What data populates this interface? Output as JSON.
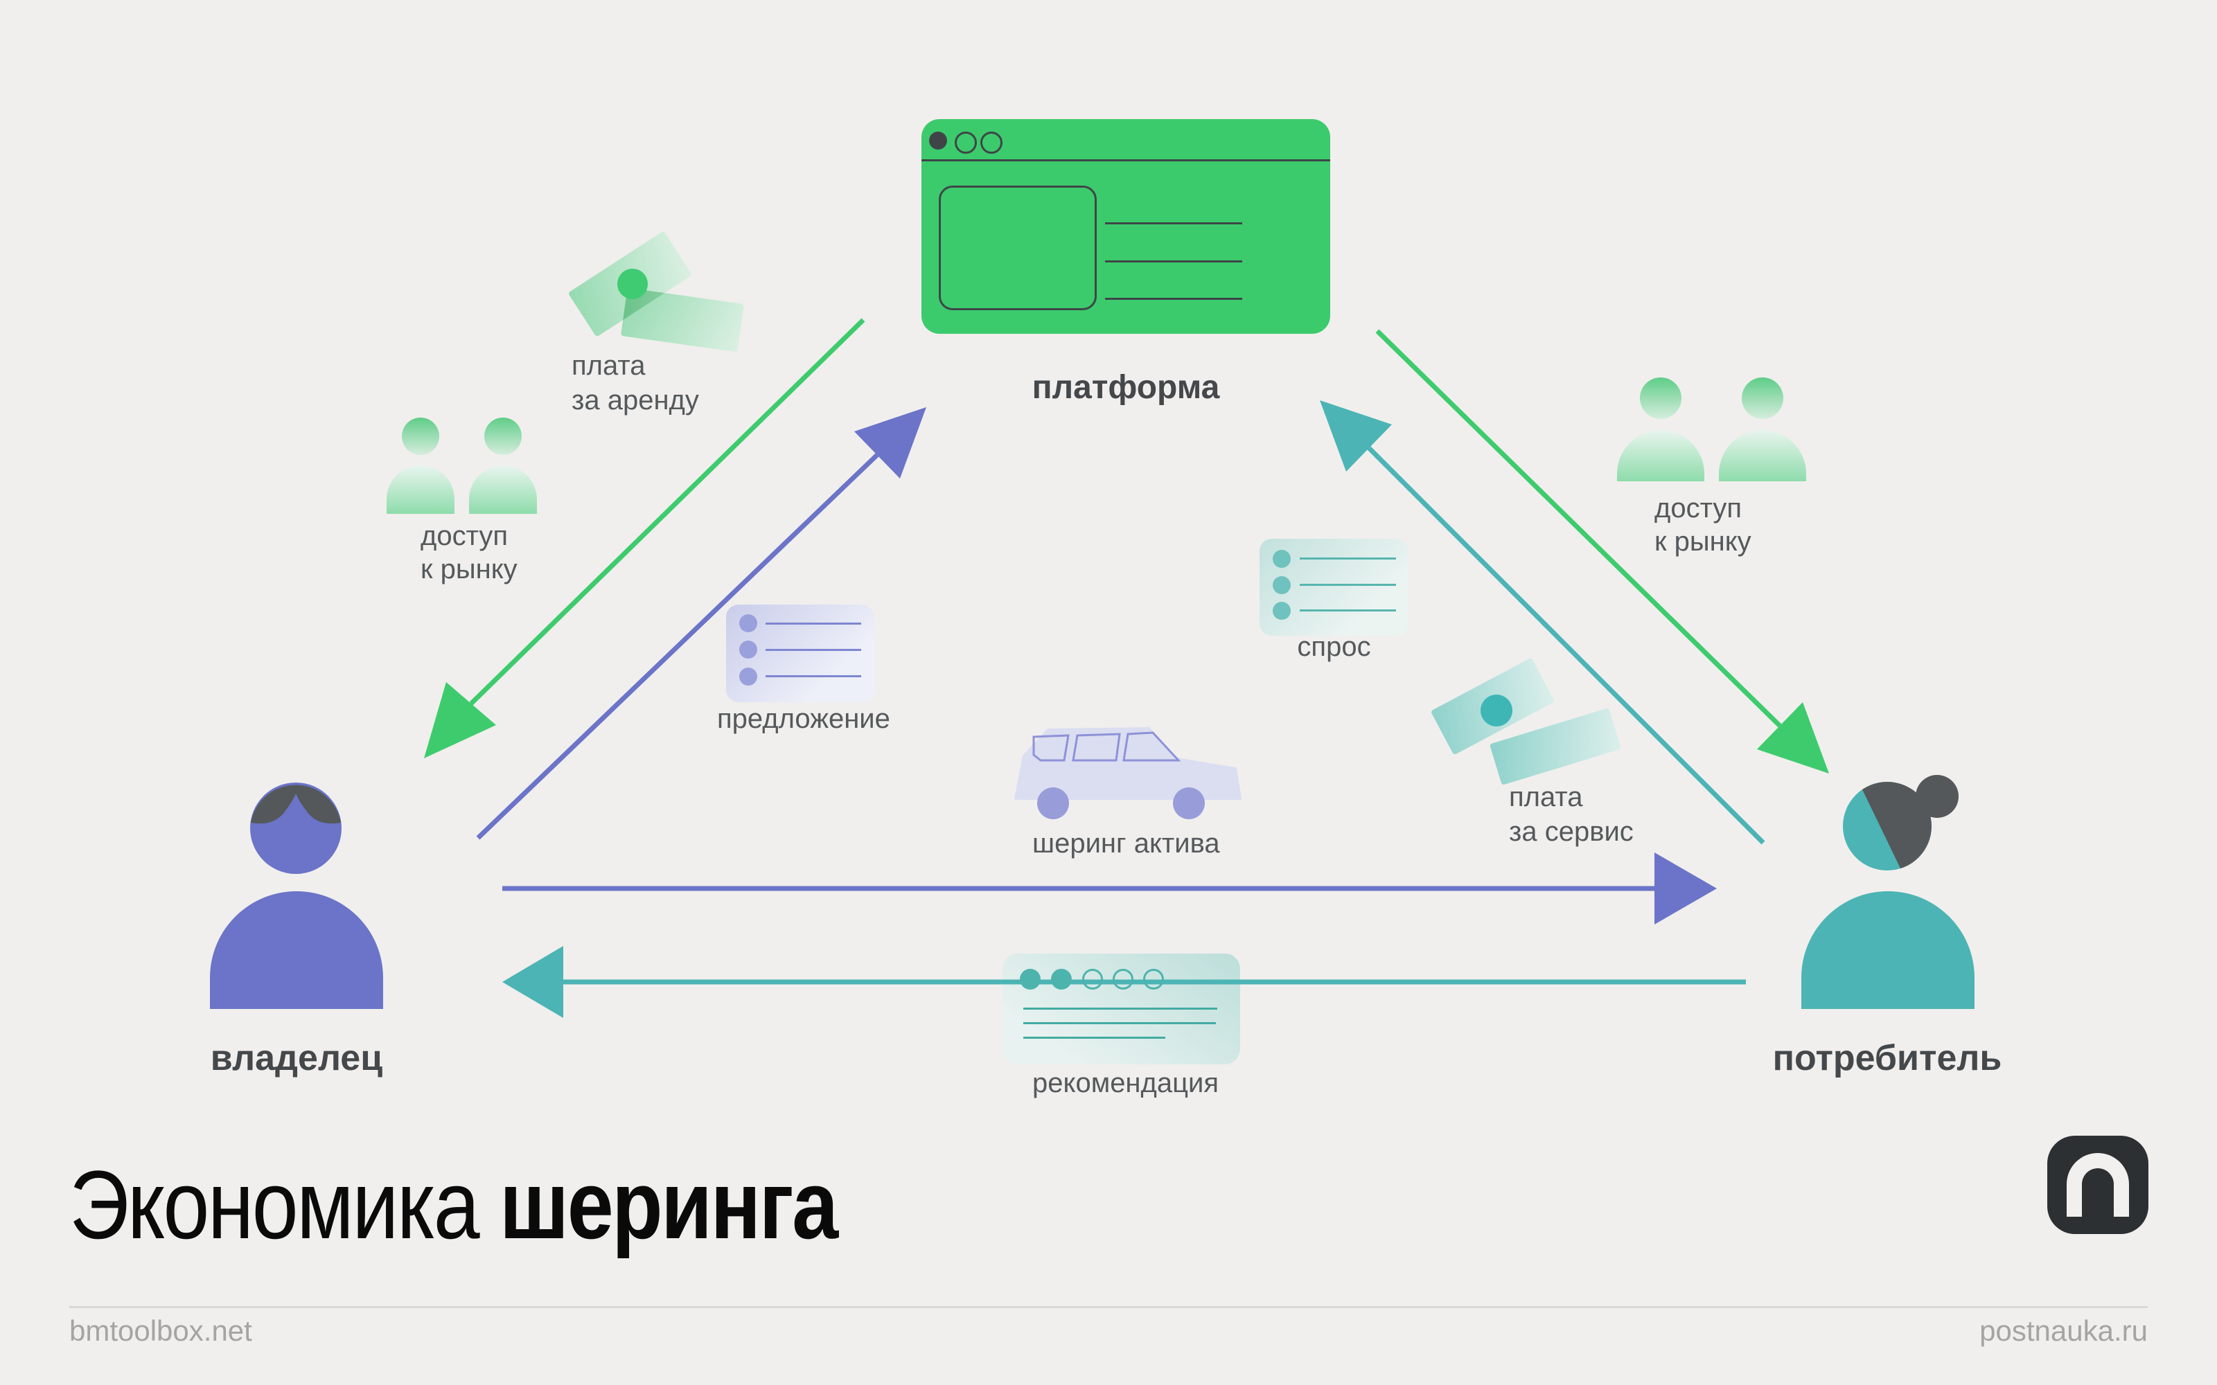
{
  "title": {
    "part_regular": "Экономика",
    "part_bold": "шеринга"
  },
  "footer": {
    "left_url": "bmtoolbox.net",
    "right_url": "postnauka.ru"
  },
  "nodes": {
    "platform": {
      "label": "платформа"
    },
    "owner": {
      "label": "владелец"
    },
    "consumer": {
      "label": "потребитель"
    }
  },
  "flows": {
    "rent_payment": {
      "line1": "плата",
      "line2": "за аренду"
    },
    "market_access_left": {
      "line1": "доступ",
      "line2": "к рынку"
    },
    "supply": {
      "label": "предложение"
    },
    "demand": {
      "label": "спрос"
    },
    "market_access_right": {
      "line1": "доступ",
      "line2": "к рынку"
    },
    "service_payment": {
      "line1": "плата",
      "line2": "за сервис"
    },
    "asset_sharing": {
      "label": "шеринг актива"
    },
    "recommendation": {
      "label": "рекомендация"
    }
  },
  "icons": {
    "platform": "browser-window-icon",
    "rent_payment": "money-bills-icon",
    "market_access": "two-people-icon",
    "supply": "list-card-icon",
    "demand": "list-card-icon",
    "service_payment": "money-bills-icon",
    "asset_sharing": "car-icon",
    "recommendation": "rating-browser-icon",
    "brand": "postnauka-n-logo"
  },
  "colors": {
    "background": "#f0efed",
    "green": "#3ecb6e",
    "purple": "#6b74c8",
    "teal": "#4cb4b4",
    "dark_stroke": "#3f4547",
    "hair_gray": "#54585b",
    "label_text": "#55595c",
    "node_text": "#45484b",
    "title_text": "#0a0a0a",
    "footer_text": "#a4a4a4"
  }
}
